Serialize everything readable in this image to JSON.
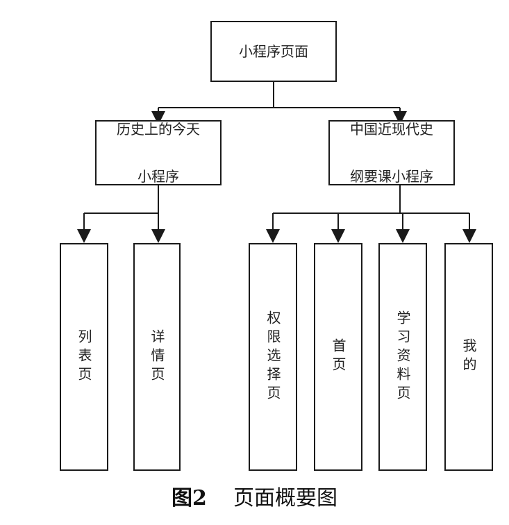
{
  "diagram": {
    "root": "小程序页面",
    "left_group": {
      "title_line1": "历史上的今天",
      "title_line2": "小程序",
      "pages": [
        "列表页",
        "详情页"
      ]
    },
    "right_group": {
      "title_line1": "中国近现代史",
      "title_line2": "纲要课小程序",
      "pages": [
        "权限选择页",
        "首页",
        "学习资料页",
        "我的"
      ]
    },
    "caption": {
      "fig_no": "图2",
      "title": "页面概要图"
    }
  }
}
